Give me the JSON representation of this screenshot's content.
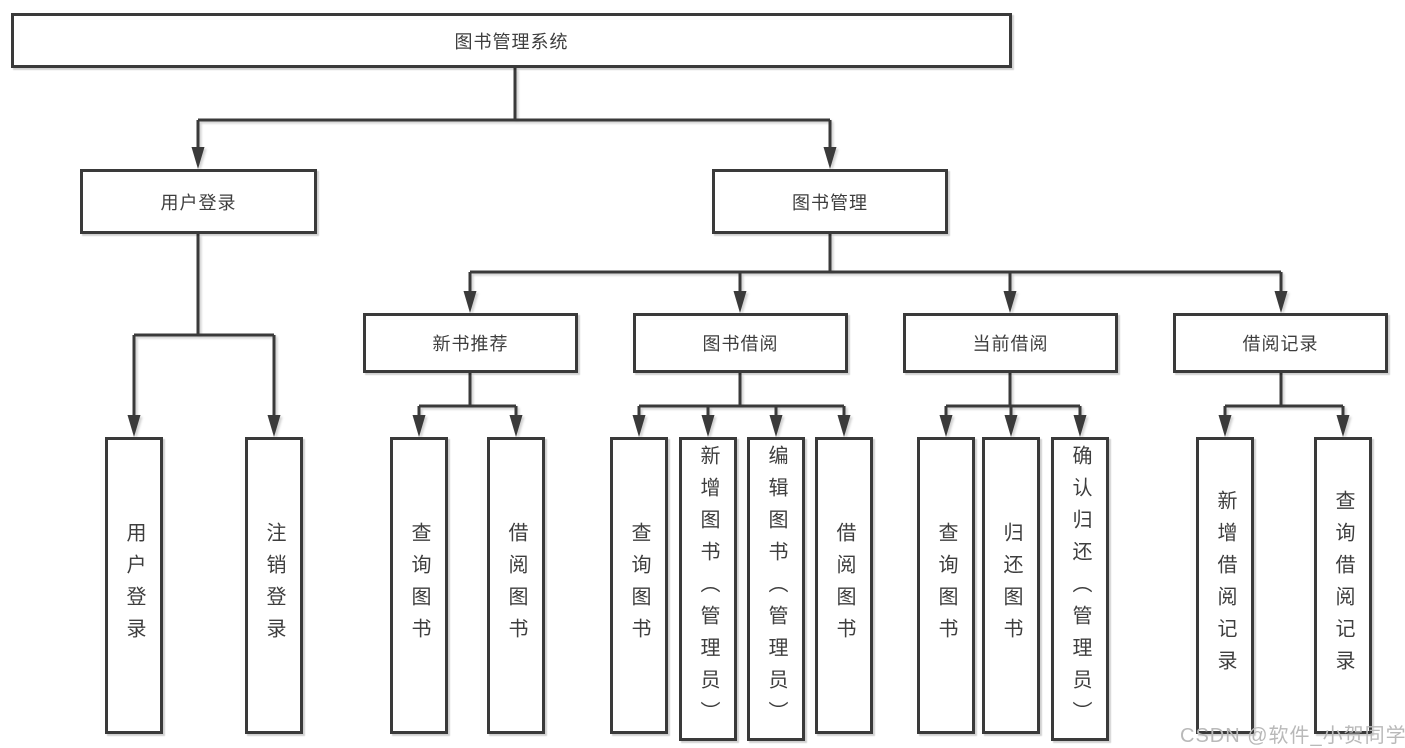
{
  "diagram": {
    "type": "functional-structure-tree",
    "tree": {
      "root": {
        "label": "图书管理系统",
        "children": [
          {
            "label": "用户登录",
            "children": [
              {
                "label": "用户登录"
              },
              {
                "label": "注销登录"
              }
            ]
          },
          {
            "label": "图书管理",
            "children": [
              {
                "label": "新书推荐",
                "children": [
                  {
                    "label": "查询图书"
                  },
                  {
                    "label": "借阅图书"
                  }
                ]
              },
              {
                "label": "图书借阅",
                "children": [
                  {
                    "label": "查询图书"
                  },
                  {
                    "label": "新增图书（管理员）"
                  },
                  {
                    "label": "编辑图书（管理员）"
                  },
                  {
                    "label": "借阅图书"
                  }
                ]
              },
              {
                "label": "当前借阅",
                "children": [
                  {
                    "label": "查询图书"
                  },
                  {
                    "label": "归还图书"
                  },
                  {
                    "label": "确认归还（管理员）"
                  }
                ]
              },
              {
                "label": "借阅记录",
                "children": [
                  {
                    "label": "新增借阅记录"
                  },
                  {
                    "label": "查询借阅记录"
                  }
                ]
              }
            ]
          }
        ]
      }
    },
    "colors": {
      "line": "#3a3a3a",
      "box_border": "#3a3a3a",
      "box_background": "#ffffff",
      "text": "#3e3e3e",
      "watermark": "#b9b9b9",
      "page_background": "#ffffff"
    }
  },
  "watermark": {
    "text": "CSDN @软件_小贺同学"
  }
}
